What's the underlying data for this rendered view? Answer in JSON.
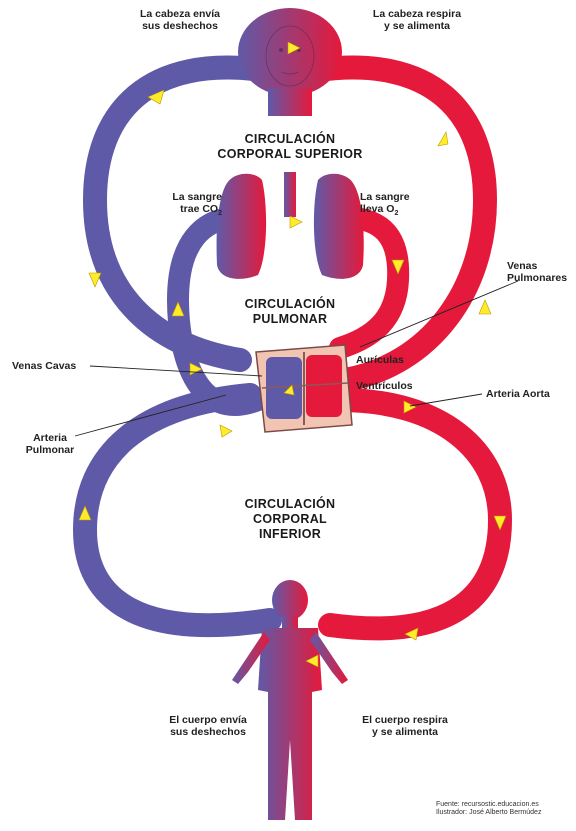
{
  "colors": {
    "vein": "#5f5aa8",
    "artery": "#e5193b",
    "arrow": "#ffeb2a",
    "heart_bg": "#f2c4b2"
  },
  "labels": {
    "head_sends": [
      "La cabeza envía",
      "sus deshechos"
    ],
    "head_breathes": [
      "La cabeza respira",
      "y se alimenta"
    ],
    "upper_circ": [
      "CIRCULACIÓN",
      "CORPORAL SUPERIOR"
    ],
    "lung_co2": [
      "La sangre",
      "trae CO",
      "2"
    ],
    "lung_o2": [
      "La sangre",
      "lleva O",
      "2"
    ],
    "venas_pulmonares": [
      "Venas",
      "Pulmonares"
    ],
    "pulmonar_circ": [
      "CIRCULACIÓN",
      "PULMONAR"
    ],
    "venas_cavas": "Venas Cavas",
    "auriculas": "Aurículas",
    "ventriculos": "Ventrículos",
    "arteria_aorta": "Arteria Aorta",
    "arteria_pulmonar": [
      "Arteria",
      "Pulmonar"
    ],
    "lower_circ": [
      "CIRCULACIÓN",
      "CORPORAL",
      "INFERIOR"
    ],
    "body_sends": [
      "El cuerpo envía",
      "sus deshechos"
    ],
    "body_breathes": [
      "El cuerpo respira",
      "y se alimenta"
    ],
    "credit": [
      "Fuente: recursostic.educacion.es",
      "Ilustrador: José Alberto Bermúdez"
    ]
  }
}
